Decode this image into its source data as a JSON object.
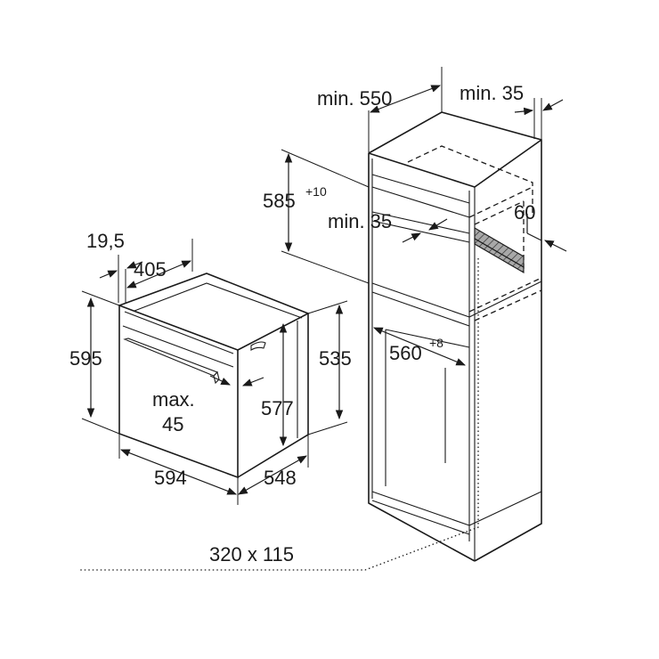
{
  "labels": {
    "width_front": "594",
    "depth": "548",
    "height": "595",
    "rail_depth": "405",
    "front_frame": "19,5",
    "inner_height": "535",
    "cavity_height": "577",
    "handle_max": "max.",
    "handle_val": "45",
    "niche_depth": "min. 550",
    "rear_gap": "min. 35",
    "niche_height": "585",
    "niche_height_tol": "+10",
    "shelf_gap": "min. 35",
    "vent": "60",
    "niche_width": "560",
    "niche_width_tol": "+8",
    "vent_opening": "320 x 115"
  }
}
